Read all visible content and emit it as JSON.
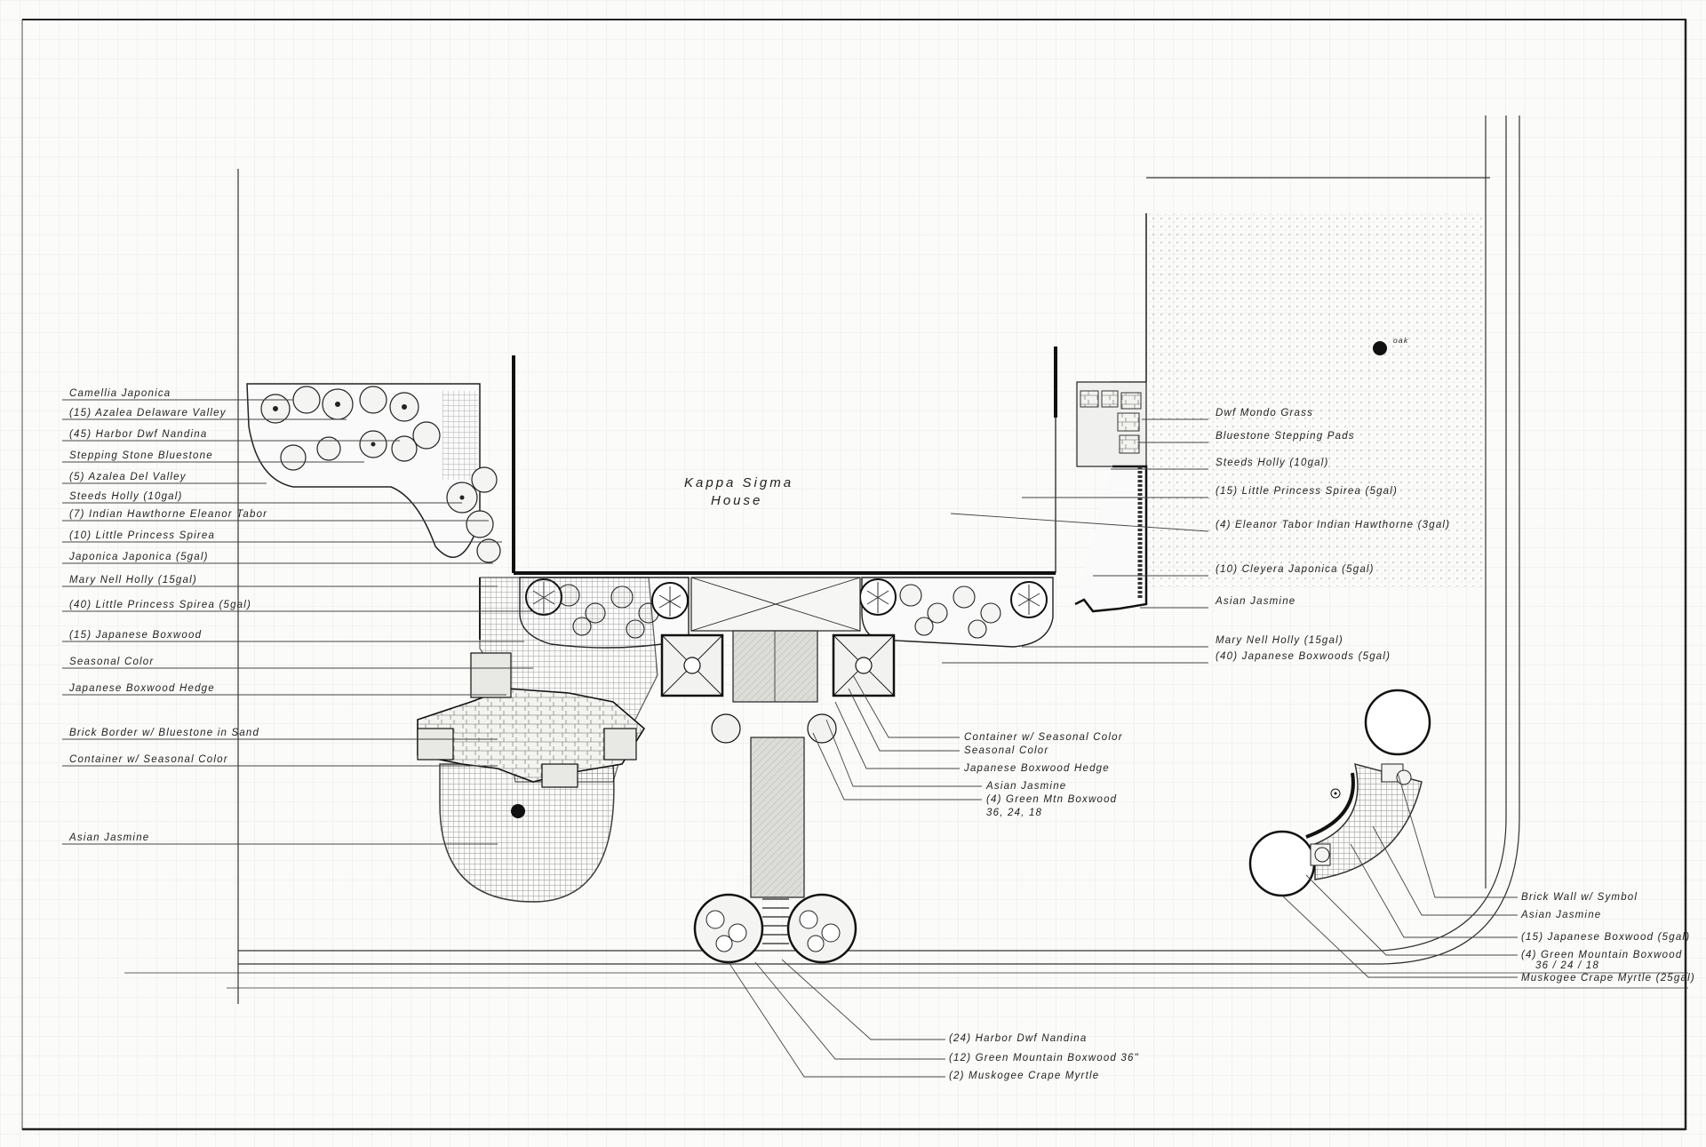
{
  "title": "Kappa Sigma House",
  "house": {
    "line1": "Kappa Sigma",
    "line2": "House"
  },
  "oak_label": "oak",
  "left_labels": [
    "Camellia Japonica",
    "(15) Azalea Delaware Valley",
    "(45) Harbor Dwf Nandina",
    "Stepping Stone Bluestone",
    "(5) Azalea Del Valley",
    "Steeds Holly (10gal)",
    "(7) Indian Hawthorne Eleanor Tabor",
    "(10) Little Princess Spirea",
    "Japonica Japonica (5gal)",
    "Mary Nell Holly (15gal)",
    "(40) Little Princess Spirea (5gal)",
    "(15) Japanese Boxwood",
    "Seasonal Color",
    "Japanese Boxwood Hedge",
    "Brick Border w/ Bluestone in Sand",
    "Container w/ Seasonal Color",
    "Asian Jasmine"
  ],
  "right_labels": [
    "Dwf Mondo Grass",
    "Bluestone Stepping Pads",
    "Steeds Holly (10gal)",
    "(15) Little Princess Spirea (5gal)",
    "(4) Eleanor Tabor Indian Hawthorne (3gal)",
    "(10) Cleyera Japonica (5gal)",
    "Asian Jasmine",
    "Mary Nell Holly (15gal)",
    "(40) Japanese Boxwoods (5gal)"
  ],
  "center_labels": [
    "Container w/ Seasonal Color",
    "Seasonal Color",
    "Japanese Boxwood Hedge",
    "Asian Jasmine",
    "(4) Green Mtn Boxwood",
    "36, 24, 18"
  ],
  "bottom_right_labels": [
    "Brick Wall w/ Symbol",
    "Asian Jasmine",
    "(15) Japanese Boxwood (5gal)",
    "(4) Green Mountain Boxwood",
    "36 / 24 / 18",
    "Muskogee Crape Myrtle (25gal)"
  ],
  "bottom_labels": [
    "(24) Harbor Dwf Nandina",
    "(12) Green Mountain Boxwood 36\"",
    "(2) Muskogee Crape Myrtle"
  ]
}
